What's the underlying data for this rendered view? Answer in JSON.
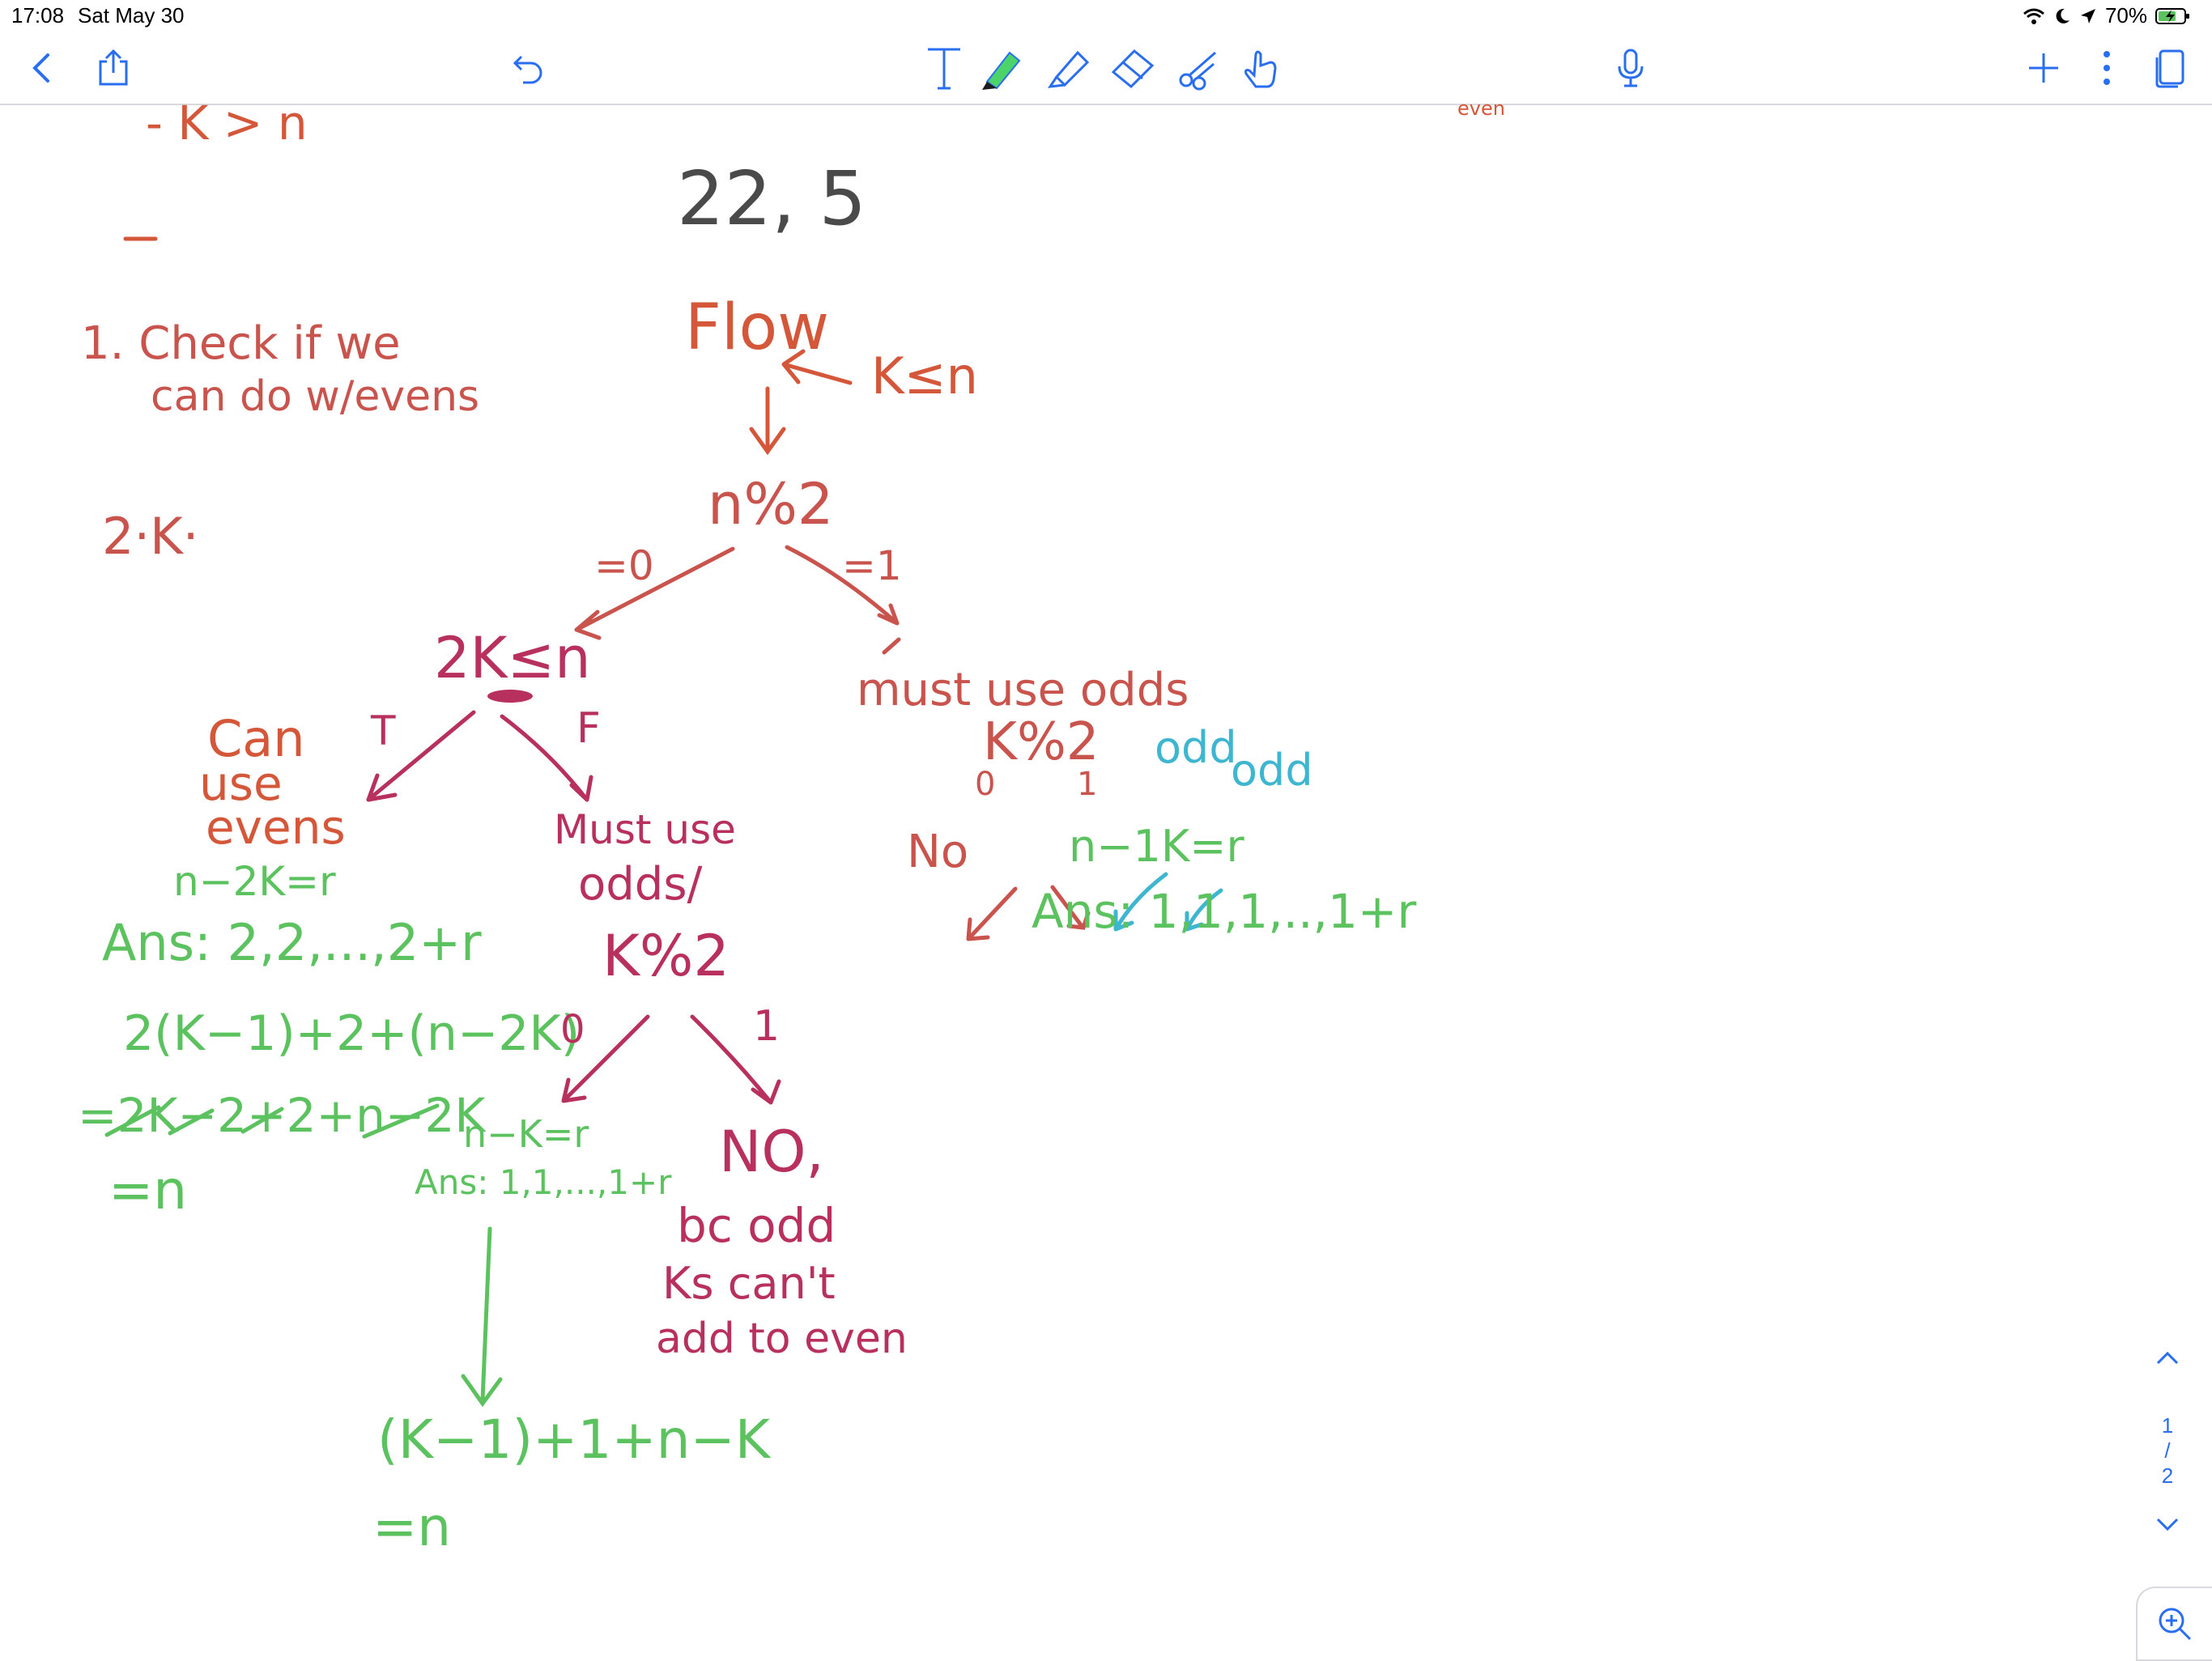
{
  "status_bar": {
    "time": "17:08",
    "date": "Sat May 30",
    "battery_percent": "70%",
    "battery_level": 0.7
  },
  "toolbar": {
    "left": [
      "back-icon",
      "share-icon",
      "undo-icon"
    ],
    "tools": [
      "text-tool-icon",
      "pen-tool-icon",
      "highlighter-tool-icon",
      "eraser-tool-icon",
      "lasso-scissors-icon",
      "hand-pointer-icon"
    ],
    "right": [
      "microphone-icon",
      "add-page-icon",
      "more-options-icon",
      "pages-overview-icon"
    ],
    "accent": "#2a6ef0"
  },
  "notes": {
    "partial_top_left": "- K > n",
    "partial_top_right": "even",
    "title": "22, 5",
    "side_note_1a": "1. Check if we",
    "side_note_1b": "can do w/evens",
    "side_note_2": "2·K·",
    "flow": "Flow",
    "k_le_n": "K≤n",
    "n_mod_2": "n%2",
    "eq0_top": "=0",
    "eq1_top": "=1",
    "two_k_le_n": "2K≤n",
    "t_label": "T",
    "f_label": "F",
    "can_use_evens": [
      "Can",
      "use",
      "evens"
    ],
    "even_remainder": "n−2K=r",
    "even_answer": "Ans: 2,2,...,2+r",
    "proof_line1": "2(K−1)+2+(n−2K)",
    "proof_line2": "=2K−2+2+n−2K",
    "proof_line3": "=n",
    "must_use_odds_left": [
      "Must use",
      "odds/"
    ],
    "k_mod_2_left": "K%2",
    "zero_label_left": "0",
    "one_label_left": "1",
    "left_remainder": "n−K=r",
    "left_answer": "Ans: 1,1,...,1+r",
    "no_reason": [
      "NO,",
      "bc odd",
      "Ks can't",
      "add to even"
    ],
    "final_line1": "(K−1)+1+n−K",
    "final_line2": "=n",
    "must_use_odds_right": "must use odds",
    "k_mod_2_right": "K%2",
    "zero_label_right": "0",
    "one_label_right": "1",
    "no_right": "No",
    "odd_1": "odd",
    "odd_2": "odd",
    "right_remainder": "n−1K=r",
    "right_answer": "Ans: 1,1,1,..,1+r"
  },
  "pager": {
    "current": "1",
    "separator": "/",
    "total": "2"
  },
  "colors": {
    "orange": "#d4573a",
    "red": "#c9544d",
    "magenta": "#b8305e",
    "green": "#5cc25f",
    "cyan": "#3fb6d0",
    "gray": "#4a4a4a"
  }
}
